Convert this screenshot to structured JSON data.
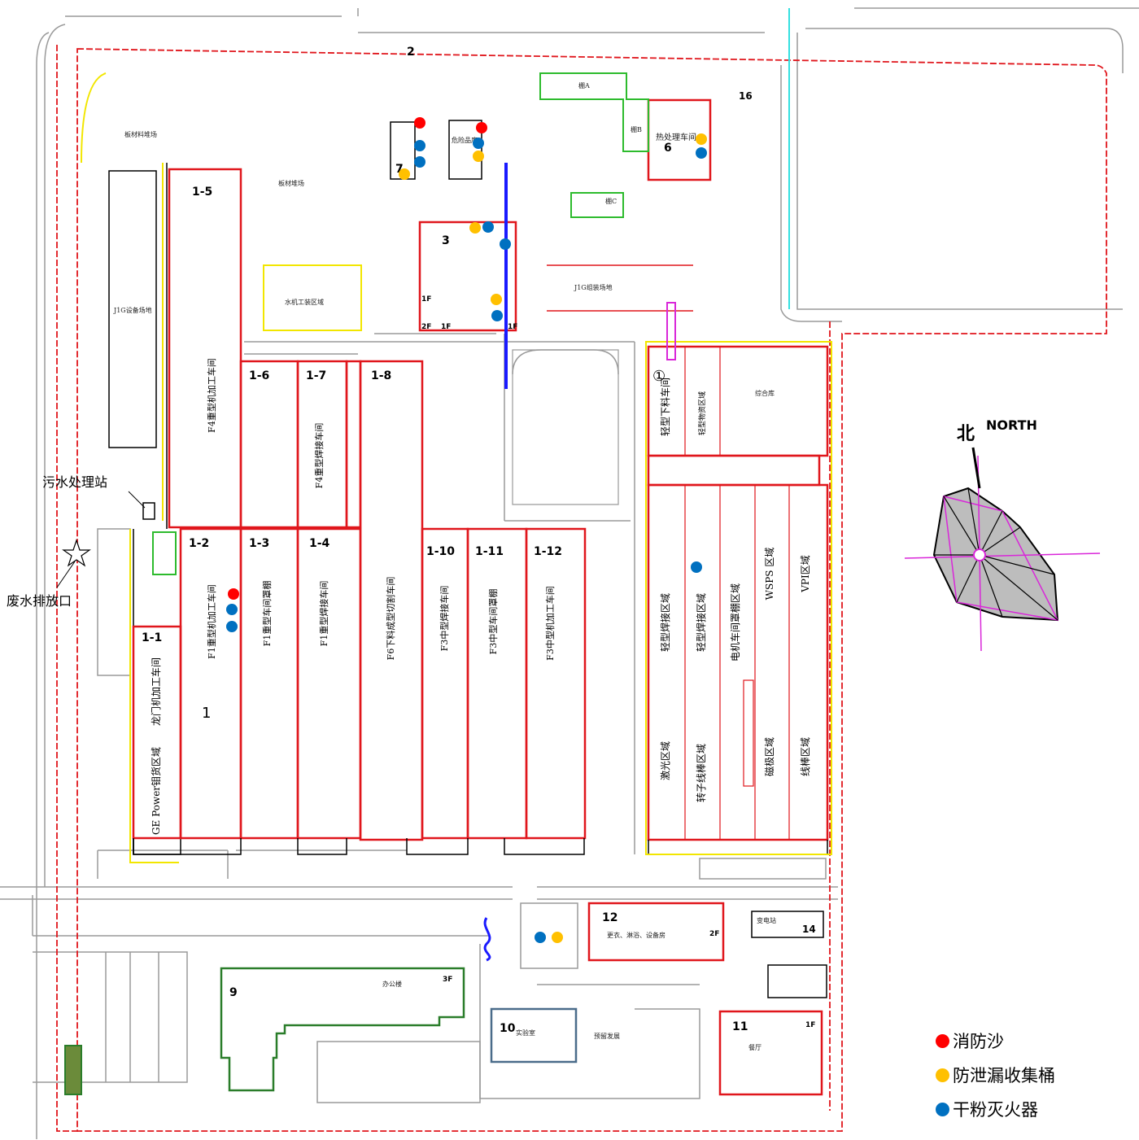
{
  "colors": {
    "sand": "#ff0000",
    "spill": "#ffc000",
    "extinguisher": "#0070c0",
    "boundary": "#e0161c",
    "building": "#e0161c"
  },
  "legend": [
    {
      "label": "消防沙",
      "color": "#ff0000"
    },
    {
      "label": "防泄漏收集桶",
      "color": "#ffc000"
    },
    {
      "label": "干粉灭火器",
      "color": "#0070c0"
    }
  ],
  "callouts": {
    "sewage_station": "污水处理站",
    "wastewater_outlet": "废水排放口"
  },
  "compass": {
    "label": "NORTH",
    "char": "北"
  },
  "labels": {
    "b1_5": "1-5",
    "b1_6": "1-6",
    "b1_7": "1-7",
    "b1_8": "1-8",
    "b1_2": "1-2",
    "b1_3": "1-3",
    "b1_4": "1-4",
    "b1_1": "1-1",
    "b1_10": "1-10",
    "b1_11": "1-11",
    "b1_12": "1-12",
    "b1": "1",
    "b2": "2",
    "b3": "3",
    "b6": "6",
    "b7": "7",
    "b9": "9",
    "b10": "10",
    "b11": "11",
    "b12": "12",
    "b14": "14",
    "b16": "16",
    "circ1": "①",
    "f1": "1F",
    "f1b": "1F",
    "f2": "2F",
    "f2b": "2F",
    "f3": "3F",
    "f1c": "1F",
    "f1d": "1F",
    "bone": "板材料堆场",
    "plate": "板材堆场",
    "waterAsm": "水机工装区域",
    "outdoorEquip": "J1G设备场地",
    "canopyA": "棚A",
    "canopyB": "棚B",
    "canopyC": "棚C",
    "heatTreat": "热处理车间",
    "jtAssembly": "J1G组装场地",
    "hazmat": "危险品库",
    "w15": "F4重型机加工车间",
    "w16": "F4重型焊接车间",
    "w18": "F6下料成型切割车间",
    "w12": "F1重型机加工车间",
    "w13": "F1重型车间罩棚",
    "w14": "F1重型焊接车间",
    "w110": "F3中型焊接车间",
    "w111": "F3中型车间罩棚",
    "w112": "F3中型机加工车间",
    "w11": "龙门机加工车间",
    "gep": "GE Power钼货区域",
    "lightCut": "轻型下料车间",
    "lightStore": "轻型物资区域",
    "warehouse": "综合库",
    "lightWeld": "轻型焊接区域",
    "lightWeld2": "轻型焊接区域",
    "motorShed": "电机车间罩棚区域",
    "wsps": "WSPS 区域",
    "vpi": "VPI区域",
    "laser": "激光区域",
    "rotor": "转子线棒区域",
    "magnet": "磁极区域",
    "coil": "线棒区域",
    "dressing": "更衣、淋浴、设备房",
    "substation": "变电站",
    "office": "办公楼",
    "lab": "实验室",
    "reserved": "预留发展",
    "canteen": "餐厅"
  }
}
